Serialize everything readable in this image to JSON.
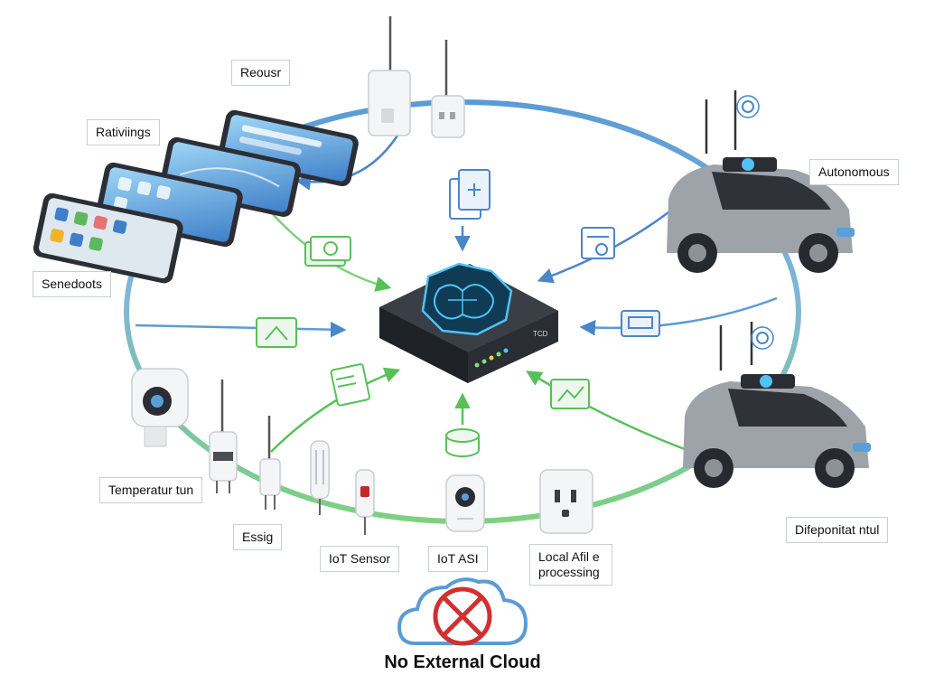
{
  "labels": {
    "reousr": "Reousr",
    "rativiings": "Rativiings",
    "senedoots": "Senedoots",
    "temperatur": "Temperatur tun",
    "essig": "Essig",
    "iot_sensor": "IoT Sensor",
    "iot_asi": "IoT ASI",
    "local_line1": "Local Afil e",
    "local_line2": "processing",
    "autonomous": "Autonomous",
    "difeponitat": "Difeponitat ntul"
  },
  "caption": "No External Cloud",
  "hub": {
    "badge": "TCD"
  },
  "colors": {
    "ring_blue": "#5b9bd5",
    "ring_green": "#7ed17e",
    "arrow_blue": "#4a86c8",
    "arrow_green": "#58c058",
    "hub_body": "#2a2d33",
    "hub_glow": "#4fc3f7",
    "no_cloud_red": "#d32f2f",
    "car_body": "#9ea3aa"
  },
  "icons": {
    "hub": "neural-brain-icon",
    "no_cloud": "cloud-crossed-icon",
    "phones": "smartphone-icon",
    "cars": "autonomous-car-icon",
    "sensors": "iot-sensor-icon"
  }
}
